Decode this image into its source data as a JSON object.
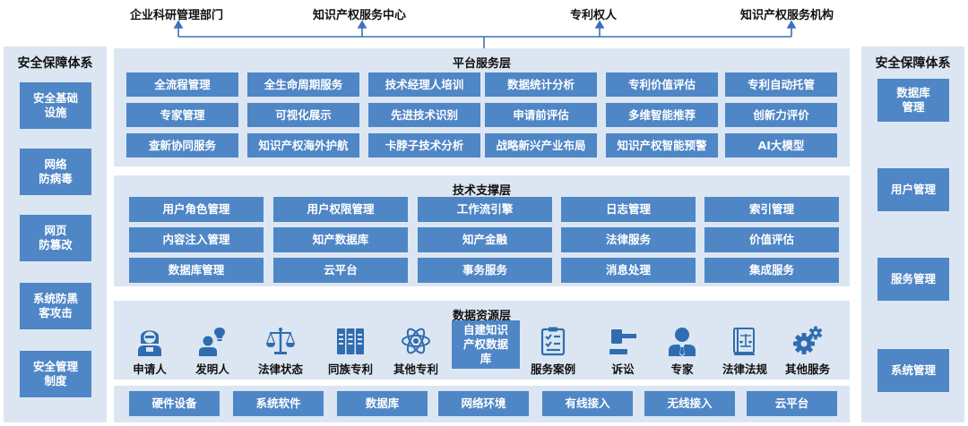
{
  "stakeholders": [
    "企业科研管理部门",
    "知识产权服务中心",
    "专利权人",
    "知识产权服务机构"
  ],
  "left_sidebar": {
    "title": "安全保障体系",
    "items": [
      "安全基础\n设施",
      "网络\n防病毒",
      "网页\n防篡改",
      "系统防黑\n客攻击",
      "安全管理\n制度"
    ]
  },
  "right_sidebar": {
    "title": "安全保障体系",
    "items": [
      "数据库\n管理",
      "用户管理",
      "服务管理",
      "系统管理"
    ]
  },
  "platform_layer": {
    "title": "平台服务层",
    "rows": [
      [
        "全流程管理",
        "全生命周期服务",
        "技术经理人培训",
        "数据统计分析",
        "专利价值评估",
        "专利自动托管"
      ],
      [
        "专家管理",
        "可视化展示",
        "先进技术识别",
        "申请前评估",
        "多维智能推荐",
        "创新力评价"
      ],
      [
        "查新协同服务",
        "知识产权海外护航",
        "卡脖子技术分析",
        "战略新兴产业布局",
        "知识产权智能预警",
        "AI大模型"
      ]
    ]
  },
  "tech_layer": {
    "title": "技术支撑层",
    "rows": [
      [
        "用户角色管理",
        "用户权限管理",
        "工作流引擎",
        "日志管理",
        "索引管理"
      ],
      [
        "内容注入管理",
        "知产数据库",
        "知产金融",
        "法律服务",
        "价值评估"
      ],
      [
        "数据库管理",
        "云平台",
        "事务服务",
        "消息处理",
        "集成服务"
      ]
    ]
  },
  "data_layer": {
    "title": "数据资源层",
    "items": [
      {
        "label": "申请人",
        "icon": "applicant-icon"
      },
      {
        "label": "发明人",
        "icon": "inventor-icon"
      },
      {
        "label": "法律状态",
        "icon": "scales-icon"
      },
      {
        "label": "同族专利",
        "icon": "file-cabinet-icon"
      },
      {
        "label": "其他专利",
        "icon": "atom-icon"
      },
      {
        "label": "服务案例",
        "icon": "checklist-icon"
      },
      {
        "label": "诉讼",
        "icon": "gavel-icon"
      },
      {
        "label": "专家",
        "icon": "expert-icon"
      },
      {
        "label": "法律法规",
        "icon": "law-book-icon"
      },
      {
        "label": "其他服务",
        "icon": "gears-icon"
      }
    ],
    "center_box": "自建知识\n产权数据\n库"
  },
  "infra_layer": {
    "items": [
      "硬件设备",
      "系统软件",
      "数据库",
      "网络环境",
      "有线接入",
      "无线接入",
      "云平台"
    ]
  },
  "colors": {
    "panel": "#dbe6f2",
    "box": "#4f86c6",
    "icon": "#2f6db0",
    "connector": "#3b72b9"
  }
}
